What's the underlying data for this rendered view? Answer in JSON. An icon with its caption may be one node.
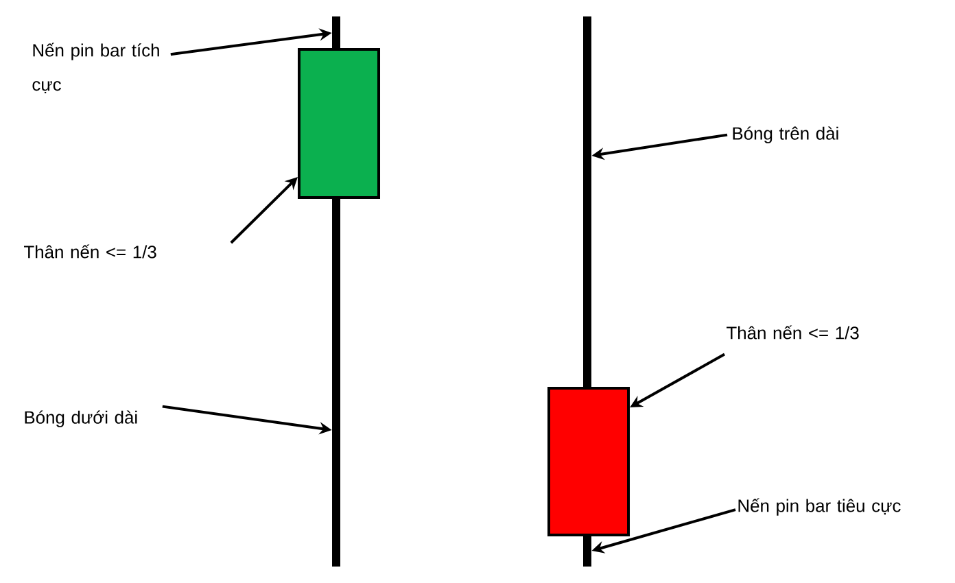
{
  "diagram": {
    "nodes": [
      {
        "text": [
          "Nến pin bar tích cực"
        ]
      },
      {
        "text": [],
        "shape": "bar"
      },
      {
        "text": [],
        "shape": "box"
      },
      {
        "text": [
          "Thân nến <= 1/3"
        ]
      },
      {
        "text": [],
        "shape": "bar"
      },
      {
        "text": [
          "Bóng dưới dài"
        ]
      },
      {
        "text": [],
        "shape": "bar"
      },
      {
        "text": [
          "Bóng trên dài"
        ]
      },
      {
        "text": [
          "Thân nến <= 1/3"
        ]
      },
      {
        "text": [],
        "shape": "box"
      },
      {
        "text": [
          "Nến pin bar tiêu cực"
        ]
      },
      {
        "text": [],
        "shape": "bar"
      }
    ],
    "edges": [
      {
        "from": 0,
        "to": 1,
        "arrow": "to"
      },
      {
        "from": 3,
        "to": 2,
        "arrow": "to"
      },
      {
        "from": 5,
        "to": 4,
        "arrow": "to"
      },
      {
        "from": 7,
        "to": 6,
        "arrow": "to"
      },
      {
        "from": 8,
        "to": 9,
        "arrow": "to"
      },
      {
        "from": 10,
        "to": 11,
        "arrow": "to"
      }
    ]
  }
}
